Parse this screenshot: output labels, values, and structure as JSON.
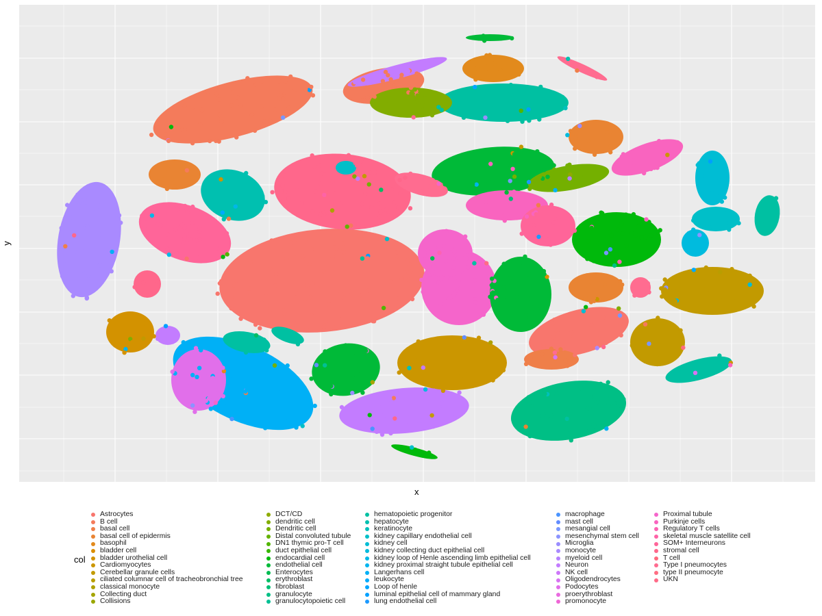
{
  "chart_data": {
    "type": "scatter",
    "title": "",
    "xlabel": "x",
    "ylabel": "y",
    "grid": true,
    "panel_background": "#ebebeb",
    "tick_labels": [],
    "legend": {
      "title": "col",
      "placement": "bottom",
      "entries": [
        {
          "label": "Astrocytes",
          "color": "#F8766D"
        },
        {
          "label": "B cell",
          "color": "#F47B5B"
        },
        {
          "label": "basal cell",
          "color": "#EF7F49"
        },
        {
          "label": "basal cell of epidermis",
          "color": "#E98433"
        },
        {
          "label": "basophil",
          "color": "#E28A1C"
        },
        {
          "label": "bladder cell",
          "color": "#DB8E00"
        },
        {
          "label": "bladder urothelial cell",
          "color": "#D39200"
        },
        {
          "label": "Cardiomyocytes",
          "color": "#CB9600"
        },
        {
          "label": "Cerebellar granule cells",
          "color": "#C29A00"
        },
        {
          "label": "ciliated columnar cell of tracheobronchial tree",
          "color": "#B99E00"
        },
        {
          "label": "classical monocyte",
          "color": "#AFA100"
        },
        {
          "label": "Collecting duct",
          "color": "#A5A400"
        },
        {
          "label": "Collisions",
          "color": "#9AA700"
        },
        {
          "label": "DCT/CD",
          "color": "#8EAB00"
        },
        {
          "label": "dendritic cell",
          "color": "#82AD00"
        },
        {
          "label": "Dendritic cell",
          "color": "#74B000"
        },
        {
          "label": "Distal convoluted tubule",
          "color": "#64B200"
        },
        {
          "label": "DN1 thymic pro-T cell",
          "color": "#51B500"
        },
        {
          "label": "duct epithelial cell",
          "color": "#37B700"
        },
        {
          "label": "endocardial cell",
          "color": "#00B90B"
        },
        {
          "label": "endothelial cell",
          "color": "#00BA38"
        },
        {
          "label": "Enterocytes",
          "color": "#00BC51"
        },
        {
          "label": "erythroblast",
          "color": "#00BD64"
        },
        {
          "label": "fibroblast",
          "color": "#00BE75"
        },
        {
          "label": "granulocyte",
          "color": "#00BF85"
        },
        {
          "label": "granulocytopoietic cell",
          "color": "#00C094"
        },
        {
          "label": "hematopoietic progenitor",
          "color": "#00C0A2"
        },
        {
          "label": "hepatocyte",
          "color": "#00C0B0"
        },
        {
          "label": "keratinocyte",
          "color": "#00C0BC"
        },
        {
          "label": "kidney capillary endothelial cell",
          "color": "#00BFC8"
        },
        {
          "label": "kidney cell",
          "color": "#00BDD4"
        },
        {
          "label": "kidney collecting duct epithelial cell",
          "color": "#00BBDE"
        },
        {
          "label": "kidney loop of Henle ascending limb epithelial cell",
          "color": "#00B8E7"
        },
        {
          "label": "kidney proximal straight tubule epithelial cell",
          "color": "#00B4EF"
        },
        {
          "label": "Langerhans cell",
          "color": "#00B0F6"
        },
        {
          "label": "leukocyte",
          "color": "#00ABFD"
        },
        {
          "label": "Loop of henle",
          "color": "#00A6FF"
        },
        {
          "label": "luminal epithelial cell of mammary gland",
          "color": "#00A0FF"
        },
        {
          "label": "lung endothelial cell",
          "color": "#1C9AFF"
        },
        {
          "label": "macrophage",
          "color": "#4A94FF"
        },
        {
          "label": "mast cell",
          "color": "#638DFF"
        },
        {
          "label": "mesangial cell",
          "color": "#7997FF"
        },
        {
          "label": "mesenchymal stem cell",
          "color": "#8B93FF"
        },
        {
          "label": "Microglia",
          "color": "#9A8DFF"
        },
        {
          "label": "monocyte",
          "color": "#A98AFF"
        },
        {
          "label": "myeloid cell",
          "color": "#B682FF"
        },
        {
          "label": "Neuron",
          "color": "#C37CFF"
        },
        {
          "label": "NK cell",
          "color": "#CE77FA"
        },
        {
          "label": "Oligodendrocytes",
          "color": "#D873F2"
        },
        {
          "label": "Podocytes",
          "color": "#E16FEA"
        },
        {
          "label": "proerythroblast",
          "color": "#E96BE0"
        },
        {
          "label": "promonocyte",
          "color": "#EF67D6"
        },
        {
          "label": "Proximal tubule",
          "color": "#F565CB"
        },
        {
          "label": "Purkinje cells",
          "color": "#F964BF"
        },
        {
          "label": "Regulatory T cells",
          "color": "#FC63B3"
        },
        {
          "label": "skeletal muscle satellite cell",
          "color": "#FE63A6"
        },
        {
          "label": "SOM+ Interneurons",
          "color": "#FF6599"
        },
        {
          "label": "stromal cell",
          "color": "#FF678B"
        },
        {
          "label": "T cell",
          "color": "#FF6A7E"
        },
        {
          "label": "Type I pneumocytes",
          "color": "#FF6C90"
        },
        {
          "label": "type II pneumocyte",
          "color": "#FF6E83"
        },
        {
          "label": "UKN",
          "color": "#FF6B88"
        }
      ]
    }
  }
}
